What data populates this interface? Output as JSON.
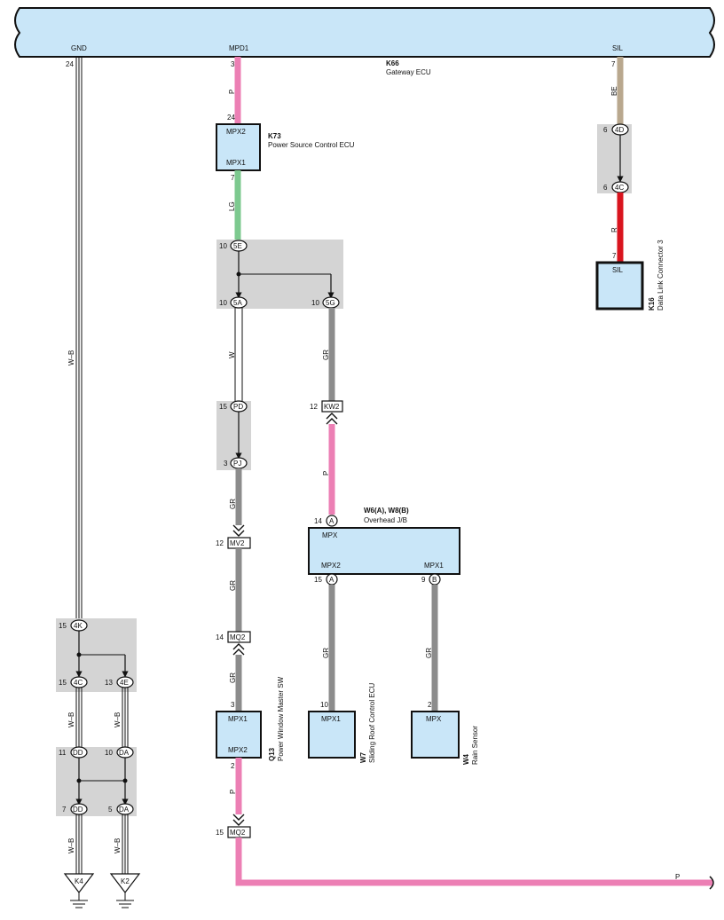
{
  "colors": {
    "ecu_fill": "#c9e6f8",
    "junction_fill": "#d4d4d4",
    "wire_P": "#ec7fb4",
    "wire_LG": "#7dc98f",
    "wire_GR": "#8c8c8c",
    "wire_BE": "#b9a88e",
    "wire_R": "#d9141e",
    "wire_WB": "#111111"
  },
  "gateway": {
    "code": "K66",
    "name": "Gateway ECU",
    "pins": {
      "gnd_label": "GND",
      "gnd_num": "24",
      "mpd1_label": "MPD1",
      "mpd1_num": "3",
      "sil_label": "SIL",
      "sil_num": "7"
    }
  },
  "k73": {
    "code": "K73",
    "name": "Power Source Control ECU",
    "mpx2": "MPX2",
    "mpx1": "MPX1",
    "pin_top": "24",
    "pin_bottom": "7"
  },
  "k16": {
    "code": "K16",
    "name": "Data Link Connector 3",
    "label": "SIL",
    "pin": "7"
  },
  "overhead": {
    "code": "W6(A), W8(B)",
    "name": "Overhead J/B",
    "mpx": "MPX",
    "mpx2": "MPX2",
    "mpx1": "MPX1",
    "pin_top": "14",
    "conn_top": "A",
    "pin_left": "15",
    "conn_left": "A",
    "pin_right": "9",
    "conn_right": "B"
  },
  "q13": {
    "code": "Q13",
    "name": "Power Window Master SW",
    "mpx1": "MPX1",
    "mpx2": "MPX2",
    "pin_top": "3",
    "pin_bottom": "2"
  },
  "w7": {
    "code": "W7",
    "name": "Sliding Roof Control ECU",
    "mpx1": "MPX1",
    "pin": "10"
  },
  "w4": {
    "code": "W4",
    "name": "Rain Sensor",
    "mpx": "MPX",
    "pin": "2"
  },
  "connectors": {
    "c4d": {
      "pin": "6",
      "id": "4D"
    },
    "c4c_sil": {
      "pin": "6",
      "id": "4C"
    },
    "c5e": {
      "pin": "10",
      "id": "5E"
    },
    "c5a": {
      "pin": "10",
      "id": "5A"
    },
    "c5g": {
      "pin": "10",
      "id": "5G"
    },
    "cpd": {
      "pin": "15",
      "id": "PD"
    },
    "cpj": {
      "pin": "3",
      "id": "PJ"
    },
    "ckw2": {
      "pin": "12",
      "id": "KW2"
    },
    "cmv2": {
      "pin": "12",
      "id": "MV2"
    },
    "cmq2a": {
      "pin": "14",
      "id": "MQ2"
    },
    "cmq2b": {
      "pin": "15",
      "id": "MQ2"
    },
    "c4k": {
      "pin": "15",
      "id": "4K"
    },
    "c4c": {
      "pin": "15",
      "id": "4C"
    },
    "c4e": {
      "pin": "13",
      "id": "4E"
    },
    "cdd1": {
      "pin": "11",
      "id": "DD"
    },
    "cda1": {
      "pin": "10",
      "id": "DA"
    },
    "cdd2": {
      "pin": "7",
      "id": "DD"
    },
    "cda2": {
      "pin": "5",
      "id": "DA"
    }
  },
  "wires": {
    "p1": "P",
    "lg": "LG",
    "w": "W",
    "gr_5g": "GR",
    "p_kw2": "P",
    "gr_pj": "GR",
    "gr_mv2": "GR",
    "gr_mq2": "GR",
    "p_q13": "P",
    "gr_w7": "GR",
    "gr_w4": "GR",
    "be": "BE",
    "r": "R",
    "wb_main": "W–B",
    "wb_4c": "W–B",
    "wb_4e": "W–B",
    "wb_dd": "W–B",
    "wb_da": "W–B",
    "p_bottom": "P"
  },
  "grounds": {
    "k4": "K4",
    "k2": "K2"
  }
}
